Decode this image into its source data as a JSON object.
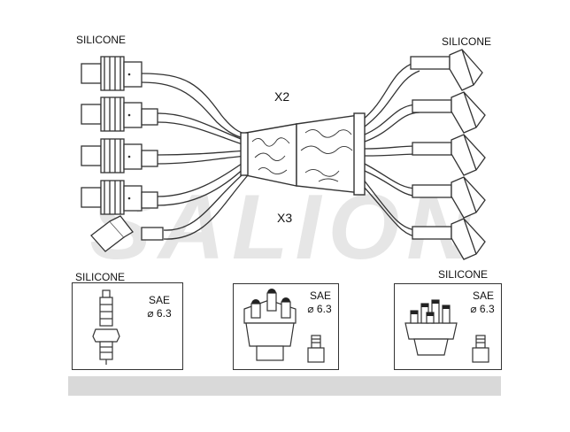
{
  "labels": {
    "silicone_top_left": "SILICONE",
    "silicone_top_right": "SILICONE",
    "silicone_bottom_left": "SILICONE",
    "silicone_bottom_right": "SILICONE",
    "multiplier_top": "X2",
    "multiplier_bottom": "X3"
  },
  "watermark": "SALION",
  "boxes": [
    {
      "sae": "SAE",
      "diameter": "⌀ 6.3"
    },
    {
      "sae": "SAE",
      "diameter": "⌀ 6.3"
    },
    {
      "sae": "SAE",
      "diameter": "⌀ 6.3"
    }
  ],
  "colors": {
    "line": "#333333",
    "watermark": "#e3e3e3",
    "bar": "#d9d9d9"
  }
}
